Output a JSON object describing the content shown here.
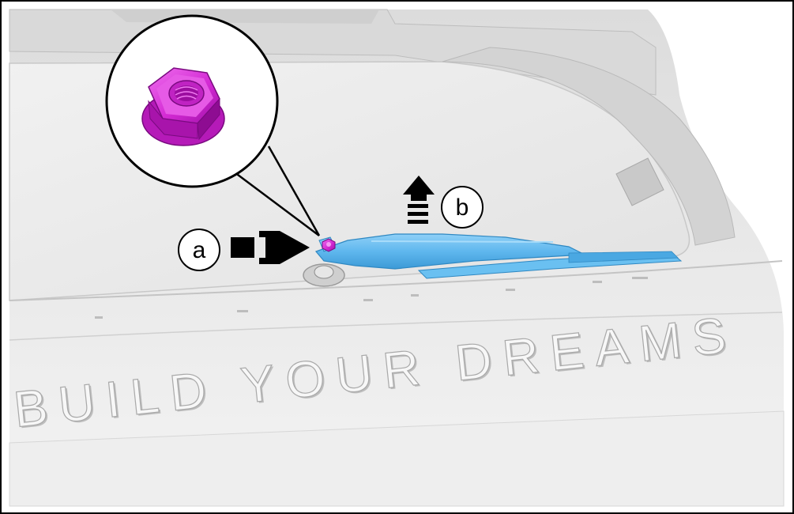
{
  "callouts": {
    "a": "a",
    "b": "b"
  },
  "emblem_text": "BUILD YOUR DREAMS",
  "colors": {
    "nut": "#d42bd4",
    "wiper_arm": "#5fb7ee",
    "body_panel": "#e4e4e4",
    "glass": "#e8e8e8",
    "outline": "#000000"
  },
  "icons": [
    "hex-flange-nut-icon",
    "push-arrow-icon",
    "lift-arrow-icon"
  ]
}
